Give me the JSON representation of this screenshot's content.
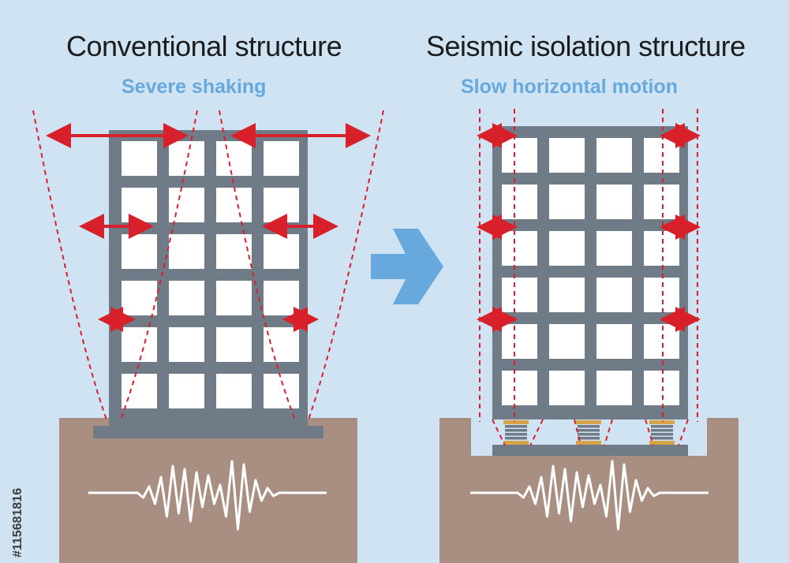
{
  "left_panel": {
    "title": "Conventional structure",
    "subtitle": "Severe shaking"
  },
  "right_panel": {
    "title": "Seismic isolation structure",
    "subtitle": "Slow horizontal motion"
  },
  "watermark_id": "#115681816",
  "colors": {
    "background": "#cfe3f3",
    "building": "#6f7b86",
    "window": "#ffffff",
    "ground": "#a88f82",
    "arrow_red": "#d8202a",
    "dashed_red": "#d8202a",
    "transition_arrow": "#67a9dd",
    "isolator_gold": "#d6a24a",
    "wave": "#ffffff"
  },
  "icons": {
    "transition": "right-arrow-icon",
    "seismic_wave": "seismic-wave-icon",
    "isolator": "rubber-bearing-icon"
  }
}
